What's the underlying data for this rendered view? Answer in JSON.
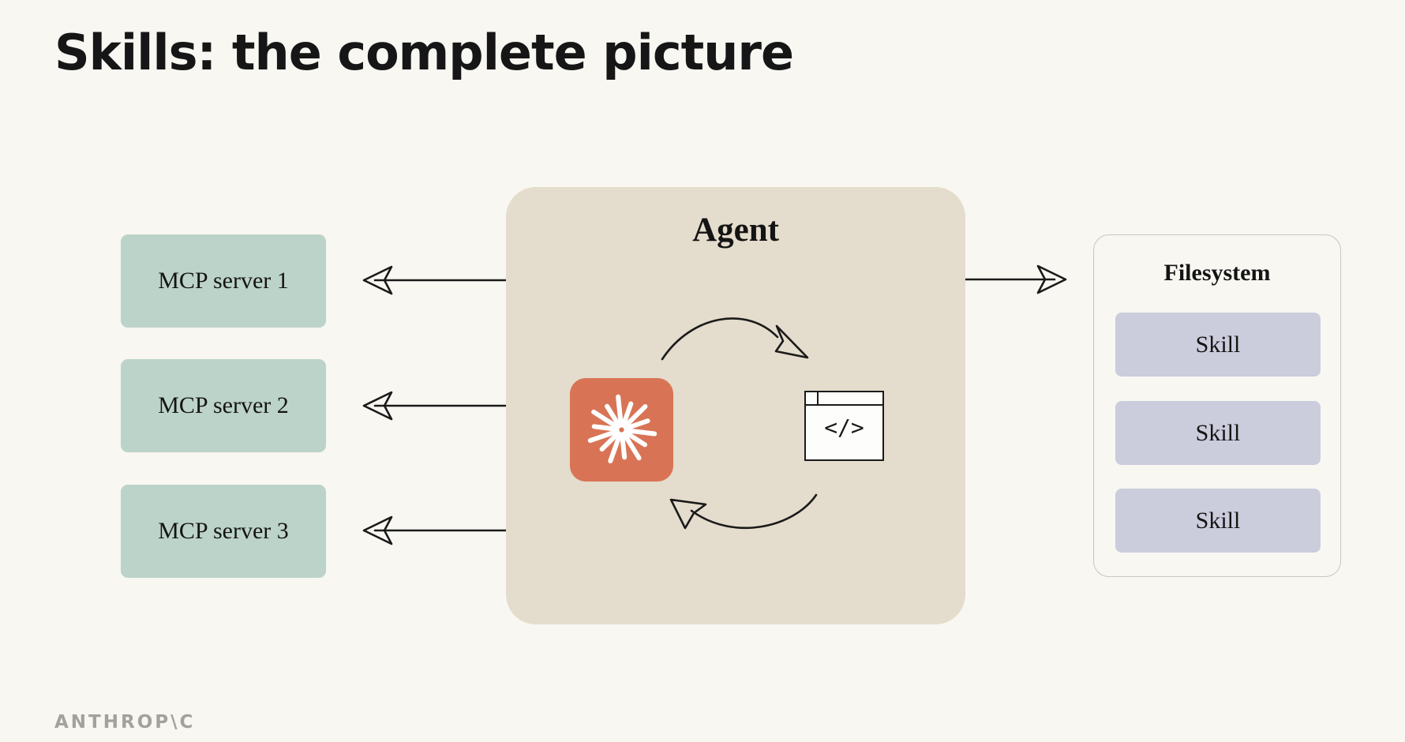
{
  "slide": {
    "title": "Skills: the complete picture",
    "brand": "ANTHROP\\C"
  },
  "mcp_servers": [
    {
      "label": "MCP server 1"
    },
    {
      "label": "MCP server 2"
    },
    {
      "label": "MCP server 3"
    }
  ],
  "agent": {
    "title": "Agent",
    "icons": [
      "claude-starburst-icon",
      "code-window-icon"
    ],
    "code_glyph": "</>",
    "badge_color": "#d87455"
  },
  "filesystem": {
    "title": "Filesystem",
    "skills": [
      {
        "label": "Skill"
      },
      {
        "label": "Skill"
      },
      {
        "label": "Skill"
      }
    ]
  },
  "colors": {
    "background": "#f8f7f2",
    "mcp_box": "#bcd3c9",
    "agent_box": "#e4dccc",
    "skill_box": "#cbccdc",
    "brand_text": "#a3a19c"
  }
}
